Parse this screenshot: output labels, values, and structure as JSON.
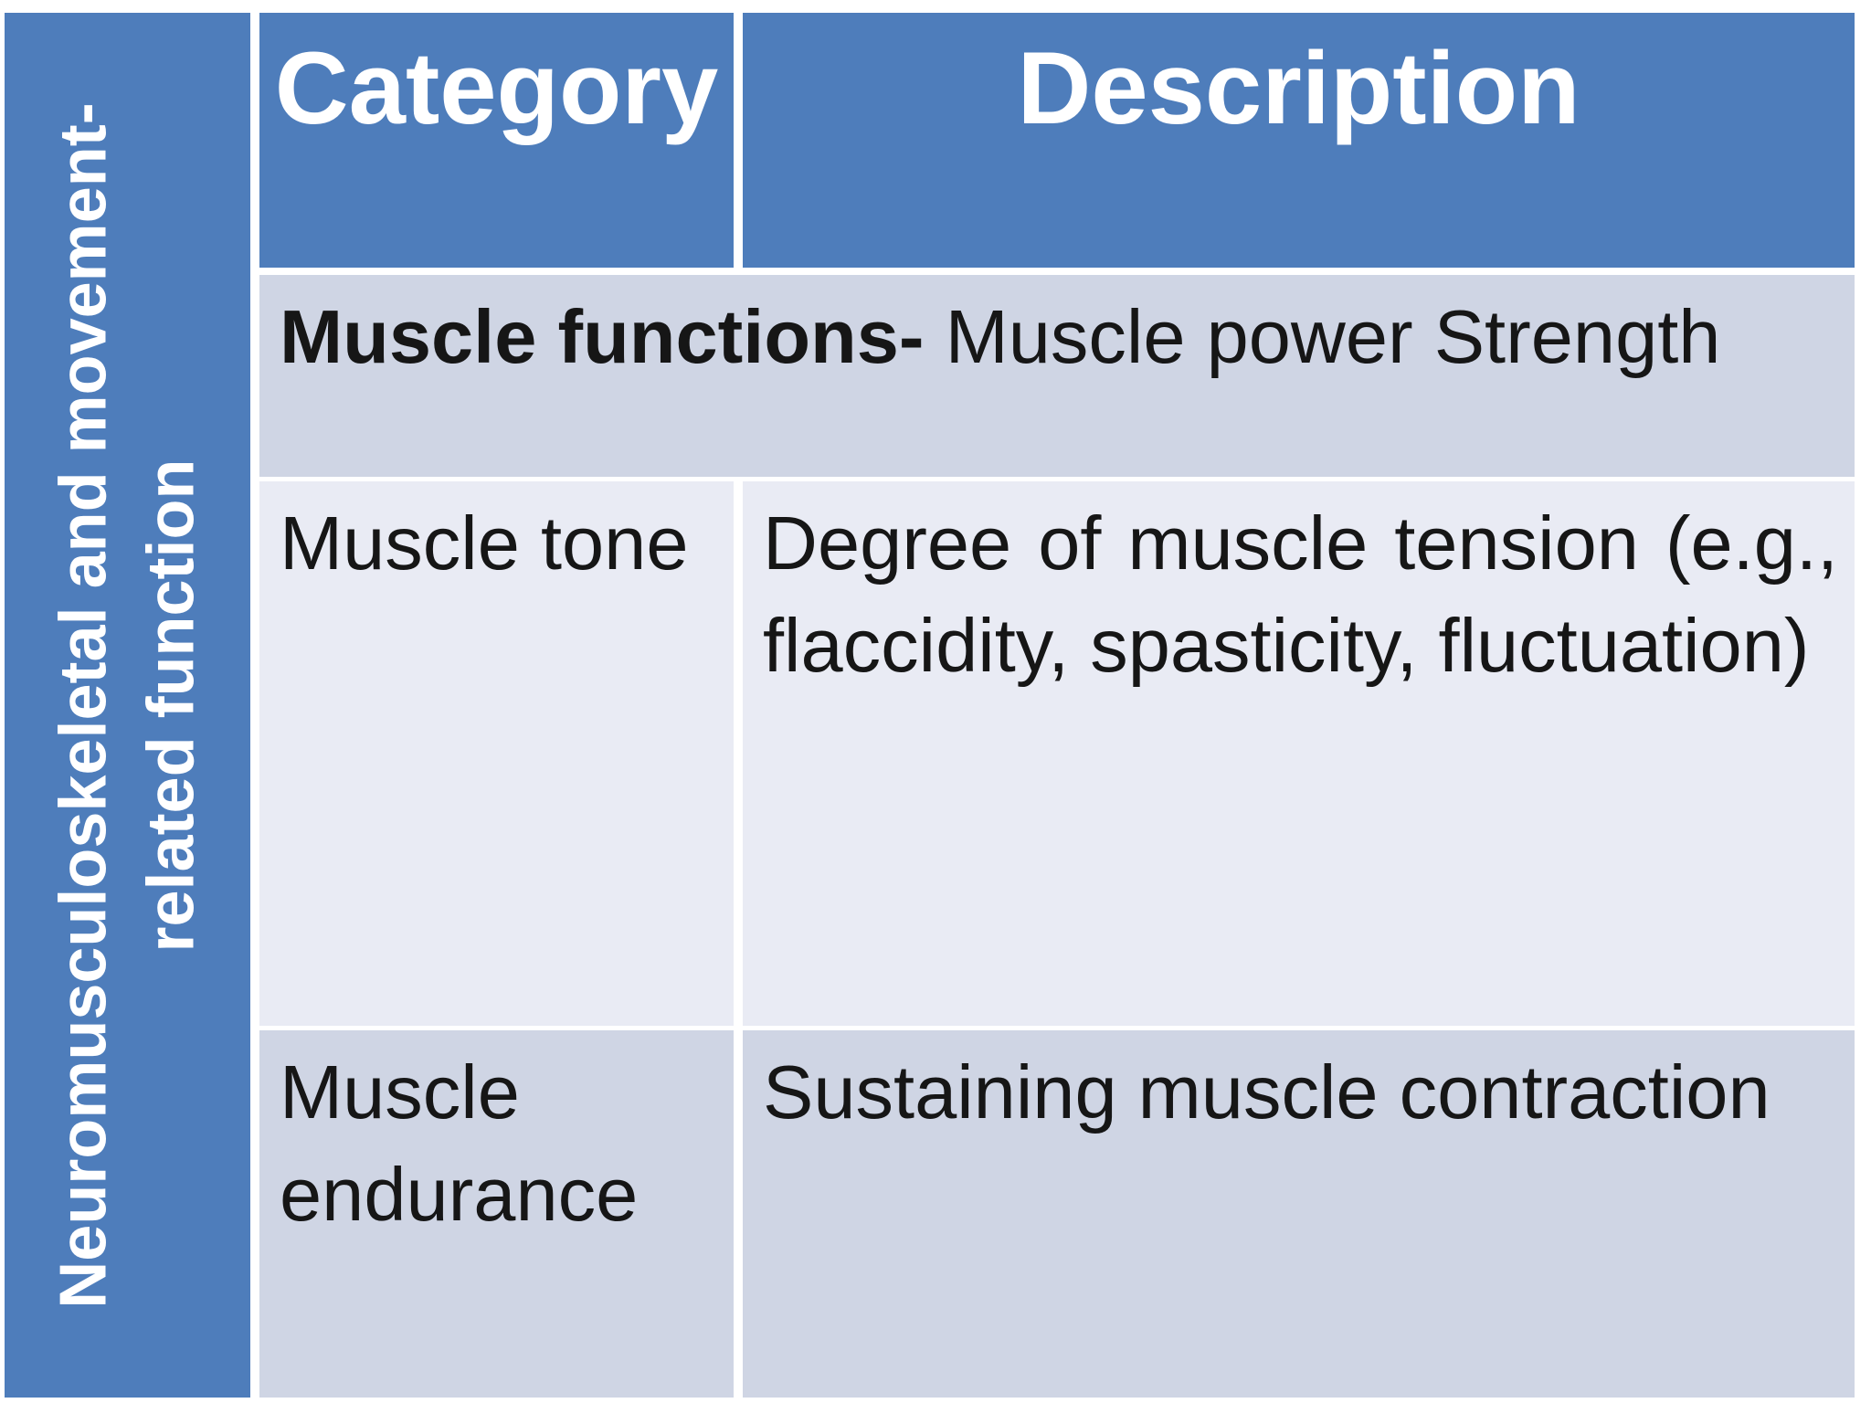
{
  "sidebar": {
    "line1": "Neuromusculoskeletal and movement-",
    "line2": "related function"
  },
  "table": {
    "header": {
      "category": "Category",
      "description": "Description"
    },
    "merged_row": {
      "bold_text": "Muscle functions-",
      "regular_text": " Muscle power Strength"
    },
    "rows": [
      {
        "category": "Muscle tone",
        "description": "Degree of muscle tension (e.g., flaccidity, spasticity, fluctuation)"
      },
      {
        "category": "Muscle endurance",
        "description": "Sustaining muscle contraction"
      }
    ]
  },
  "colors": {
    "accent_blue": "#4e7dbb",
    "band_dark": "#cfd5e4",
    "band_light": "#e9ebf4",
    "header_text": "#ffffff",
    "body_text": "#161616",
    "gutter_white": "#ffffff"
  }
}
